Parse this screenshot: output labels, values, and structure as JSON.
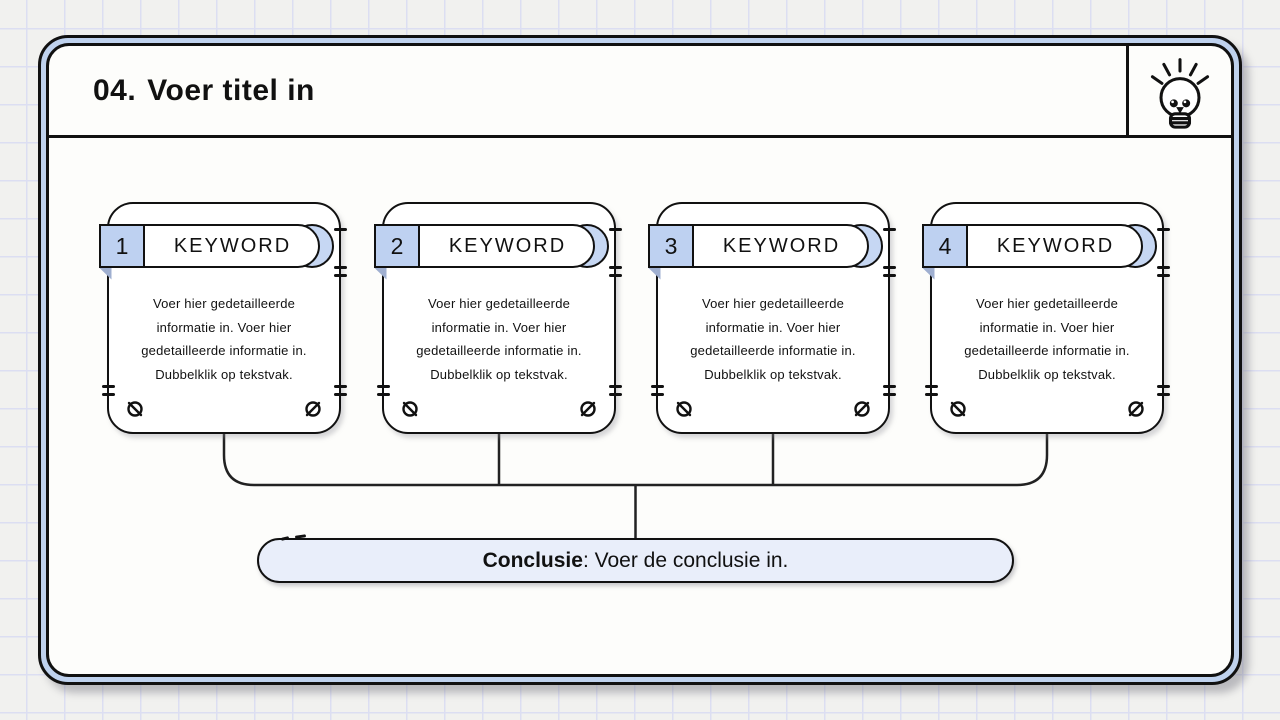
{
  "header": {
    "number": "04.",
    "title": "Voer titel in"
  },
  "header_icon": "lightbulb-icon",
  "cards": [
    {
      "number": "1",
      "keyword": "KEYWORD",
      "body_lines": [
        "Voer hier gedetailleerde",
        "informatie in. Voer hier",
        "gedetailleerde informatie in.",
        "Dubbelklik op tekstvak."
      ]
    },
    {
      "number": "2",
      "keyword": "KEYWORD",
      "body_lines": [
        "Voer hier gedetailleerde",
        "informatie in. Voer hier",
        "gedetailleerde informatie in.",
        "Dubbelklik op tekstvak."
      ]
    },
    {
      "number": "3",
      "keyword": "KEYWORD",
      "body_lines": [
        "Voer hier gedetailleerde",
        "informatie in. Voer hier",
        "gedetailleerde informatie in.",
        "Dubbelklik op tekstvak."
      ]
    },
    {
      "number": "4",
      "keyword": "KEYWORD",
      "body_lines": [
        "Voer hier gedetailleerde",
        "informatie in. Voer hier",
        "gedetailleerde informatie in.",
        "Dubbelklik op tekstvak."
      ]
    }
  ],
  "card_footer_icons": {
    "left": "screw-icon",
    "right": "screw-icon"
  },
  "conclusion": {
    "label": "Conclusie",
    "text": " : Voer de conclusie in."
  },
  "colors": {
    "page_background": "#f1f1ef",
    "grid_line": "#dcdef2",
    "frame_band": "#bfd2ee",
    "paper": "#fdfdfb",
    "ink": "#111111",
    "number_tab": "#bed1f1",
    "tab_fold": "#9fafd0",
    "pill_crescent": "#c6d7f3",
    "conclusion_fill": "#e9eefa"
  }
}
